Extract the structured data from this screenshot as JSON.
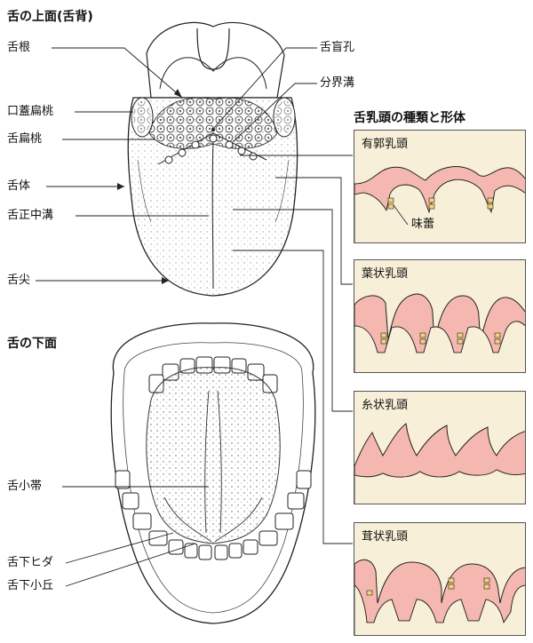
{
  "titles": {
    "top": "舌の上面(舌背)",
    "bottom": "舌の下面",
    "papillae": "舌乳頭の種類と形体"
  },
  "labels_left": {
    "root": "舌根",
    "palatine_tonsil": "口蓋扁桃",
    "lingual_tonsil": "舌扁桃",
    "body": "舌体",
    "median_sulcus": "舌正中溝",
    "apex": "舌尖",
    "frenulum": "舌小帯",
    "plica": "舌下ヒダ",
    "caruncle": "舌下小丘"
  },
  "labels_right": {
    "foramen_cecum": "舌盲孔",
    "terminal_sulcus": "分界溝",
    "taste_bud": "味蕾"
  },
  "papillae": [
    {
      "name": "有郭乳頭"
    },
    {
      "name": "葉状乳頭"
    },
    {
      "name": "糸状乳頭"
    },
    {
      "name": "茸状乳頭"
    }
  ],
  "colors": {
    "tissue": "#f4b8b0",
    "base": "#f8efd8",
    "bud": "#f2d27a",
    "line": "#222222"
  }
}
